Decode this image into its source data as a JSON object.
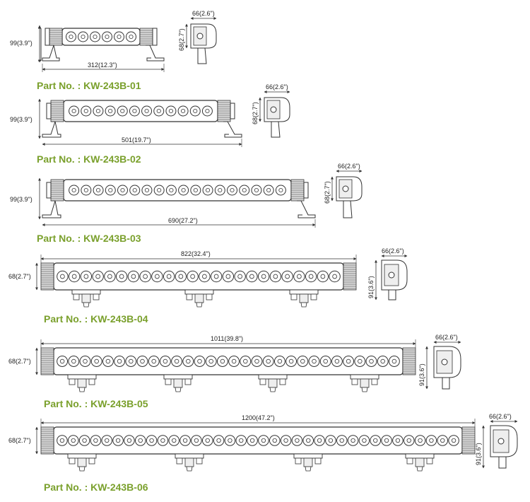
{
  "colors": {
    "part_label": "#7aa02c",
    "line": "#333333",
    "body_fill": "#ffffff",
    "fin_fill": "#dddddd"
  },
  "products": [
    {
      "part_label": "Part No. : KW-243B-01",
      "length": "312(12.3\")",
      "height": "99(3.9\")",
      "side_width": "66(2.6\")",
      "side_height": "68(2.7\")",
      "led_count": 6,
      "mount": "end-bracket"
    },
    {
      "part_label": "Part No. : KW-243B-02",
      "length": "501(19.7\")",
      "height": "99(3.9\")",
      "side_width": "66(2.6\")",
      "side_height": "68(2.7\")",
      "led_count": 12,
      "mount": "end-bracket"
    },
    {
      "part_label": "Part No. : KW-243B-03",
      "length": "690(27.2\")",
      "height": "99(3.9\")",
      "side_width": "66(2.6\")",
      "side_height": "68(2.7\")",
      "led_count": 18,
      "mount": "end-bracket"
    },
    {
      "part_label": "Part No. : KW-243B-04",
      "length": "822(32.4\")",
      "height": "68(2.7\")",
      "side_width": "66(2.6\")",
      "side_height": "91(3.6\")",
      "led_count": 24,
      "mount": "bottom-clamp",
      "clamp_count": 3
    },
    {
      "part_label": "Part No. : KW-243B-05",
      "length": "1011(39.8\")",
      "height": "68(2.7\")",
      "side_width": "66(2.6\")",
      "side_height": "91(3.6\")",
      "led_count": 30,
      "mount": "bottom-clamp",
      "clamp_count": 4
    },
    {
      "part_label": "Part No. : KW-243B-06",
      "length": "1200(47.2\")",
      "height": "68(2.7\")",
      "side_width": "66(2.6\")",
      "side_height": "91(3.6\")",
      "led_count": 36,
      "mount": "bottom-clamp",
      "clamp_count": 4
    }
  ]
}
